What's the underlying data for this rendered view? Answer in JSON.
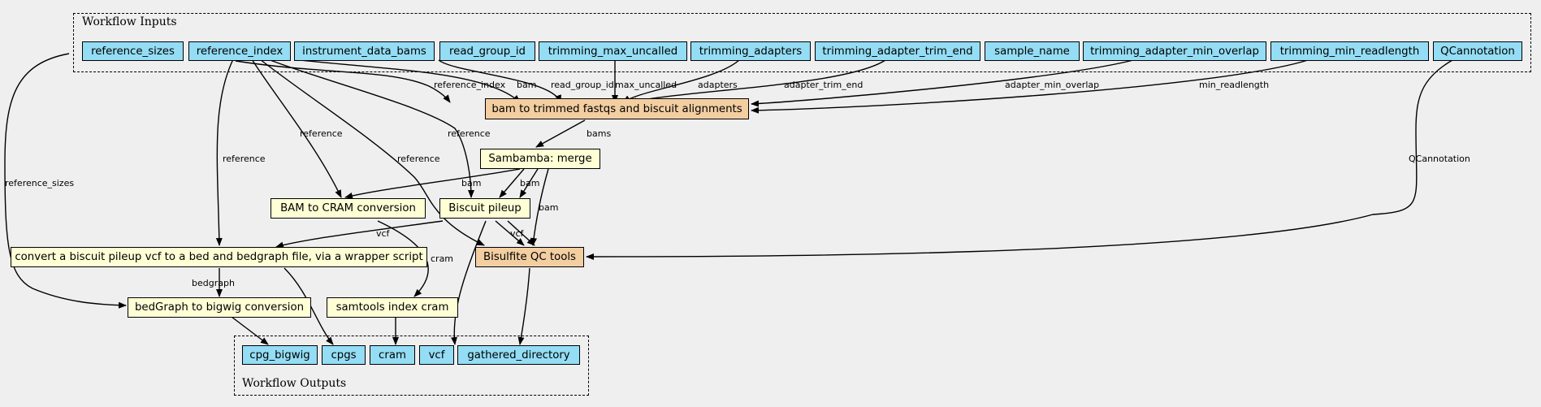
{
  "colors": {
    "background": "#efefef",
    "io_node": "#94ddf4",
    "step_yellow": "#ffffd6",
    "step_orange": "#f3cea1",
    "edge": "#000000"
  },
  "clusters": {
    "inputs_label": "Workflow Inputs",
    "outputs_label": "Workflow Outputs"
  },
  "inputs": {
    "reference_sizes": "reference_sizes",
    "reference_index": "reference_index",
    "instrument_data_bams": "instrument_data_bams",
    "read_group_id": "read_group_id",
    "trimming_max_uncalled": "trimming_max_uncalled",
    "trimming_adapters": "trimming_adapters",
    "trimming_adapter_trim_end": "trimming_adapter_trim_end",
    "sample_name": "sample_name",
    "trimming_adapter_min_overlap": "trimming_adapter_min_overlap",
    "trimming_min_readlength": "trimming_min_readlength",
    "qcannotation": "QCannotation"
  },
  "steps": {
    "bam_to_trimmed": "bam to trimmed fastqs and biscuit alignments",
    "sambamba_merge": "Sambamba: merge",
    "bam_to_cram": "BAM to CRAM conversion",
    "biscuit_pileup": "Biscuit pileup",
    "convert_vcf": "convert a biscuit pileup vcf to a bed and bedgraph file, via a wrapper script",
    "bisulfite_qc": "Bisulfite QC tools",
    "bedgraph_to_bigwig": "bedGraph to bigwig conversion",
    "samtools_index": "samtools index cram"
  },
  "outputs": {
    "cpg_bigwig": "cpg_bigwig",
    "cpgs": "cpgs",
    "cram": "cram",
    "vcf": "vcf",
    "gathered_directory": "gathered_directory"
  },
  "edge_labels": {
    "reference_sizes": "reference_sizes",
    "reference_index": "reference_index",
    "bam": "bam",
    "read_group_id": "read_group_id",
    "max_uncalled": "max_uncalled",
    "adapters": "adapters",
    "adapter_trim_end": "adapter_trim_end",
    "adapter_min_overlap": "adapter_min_overlap",
    "min_readlength": "min_readlength",
    "qcannotation": "QCannotation",
    "bams": "bams",
    "reference": "reference",
    "vcf": "vcf",
    "cram": "cram",
    "bedgraph": "bedgraph"
  }
}
